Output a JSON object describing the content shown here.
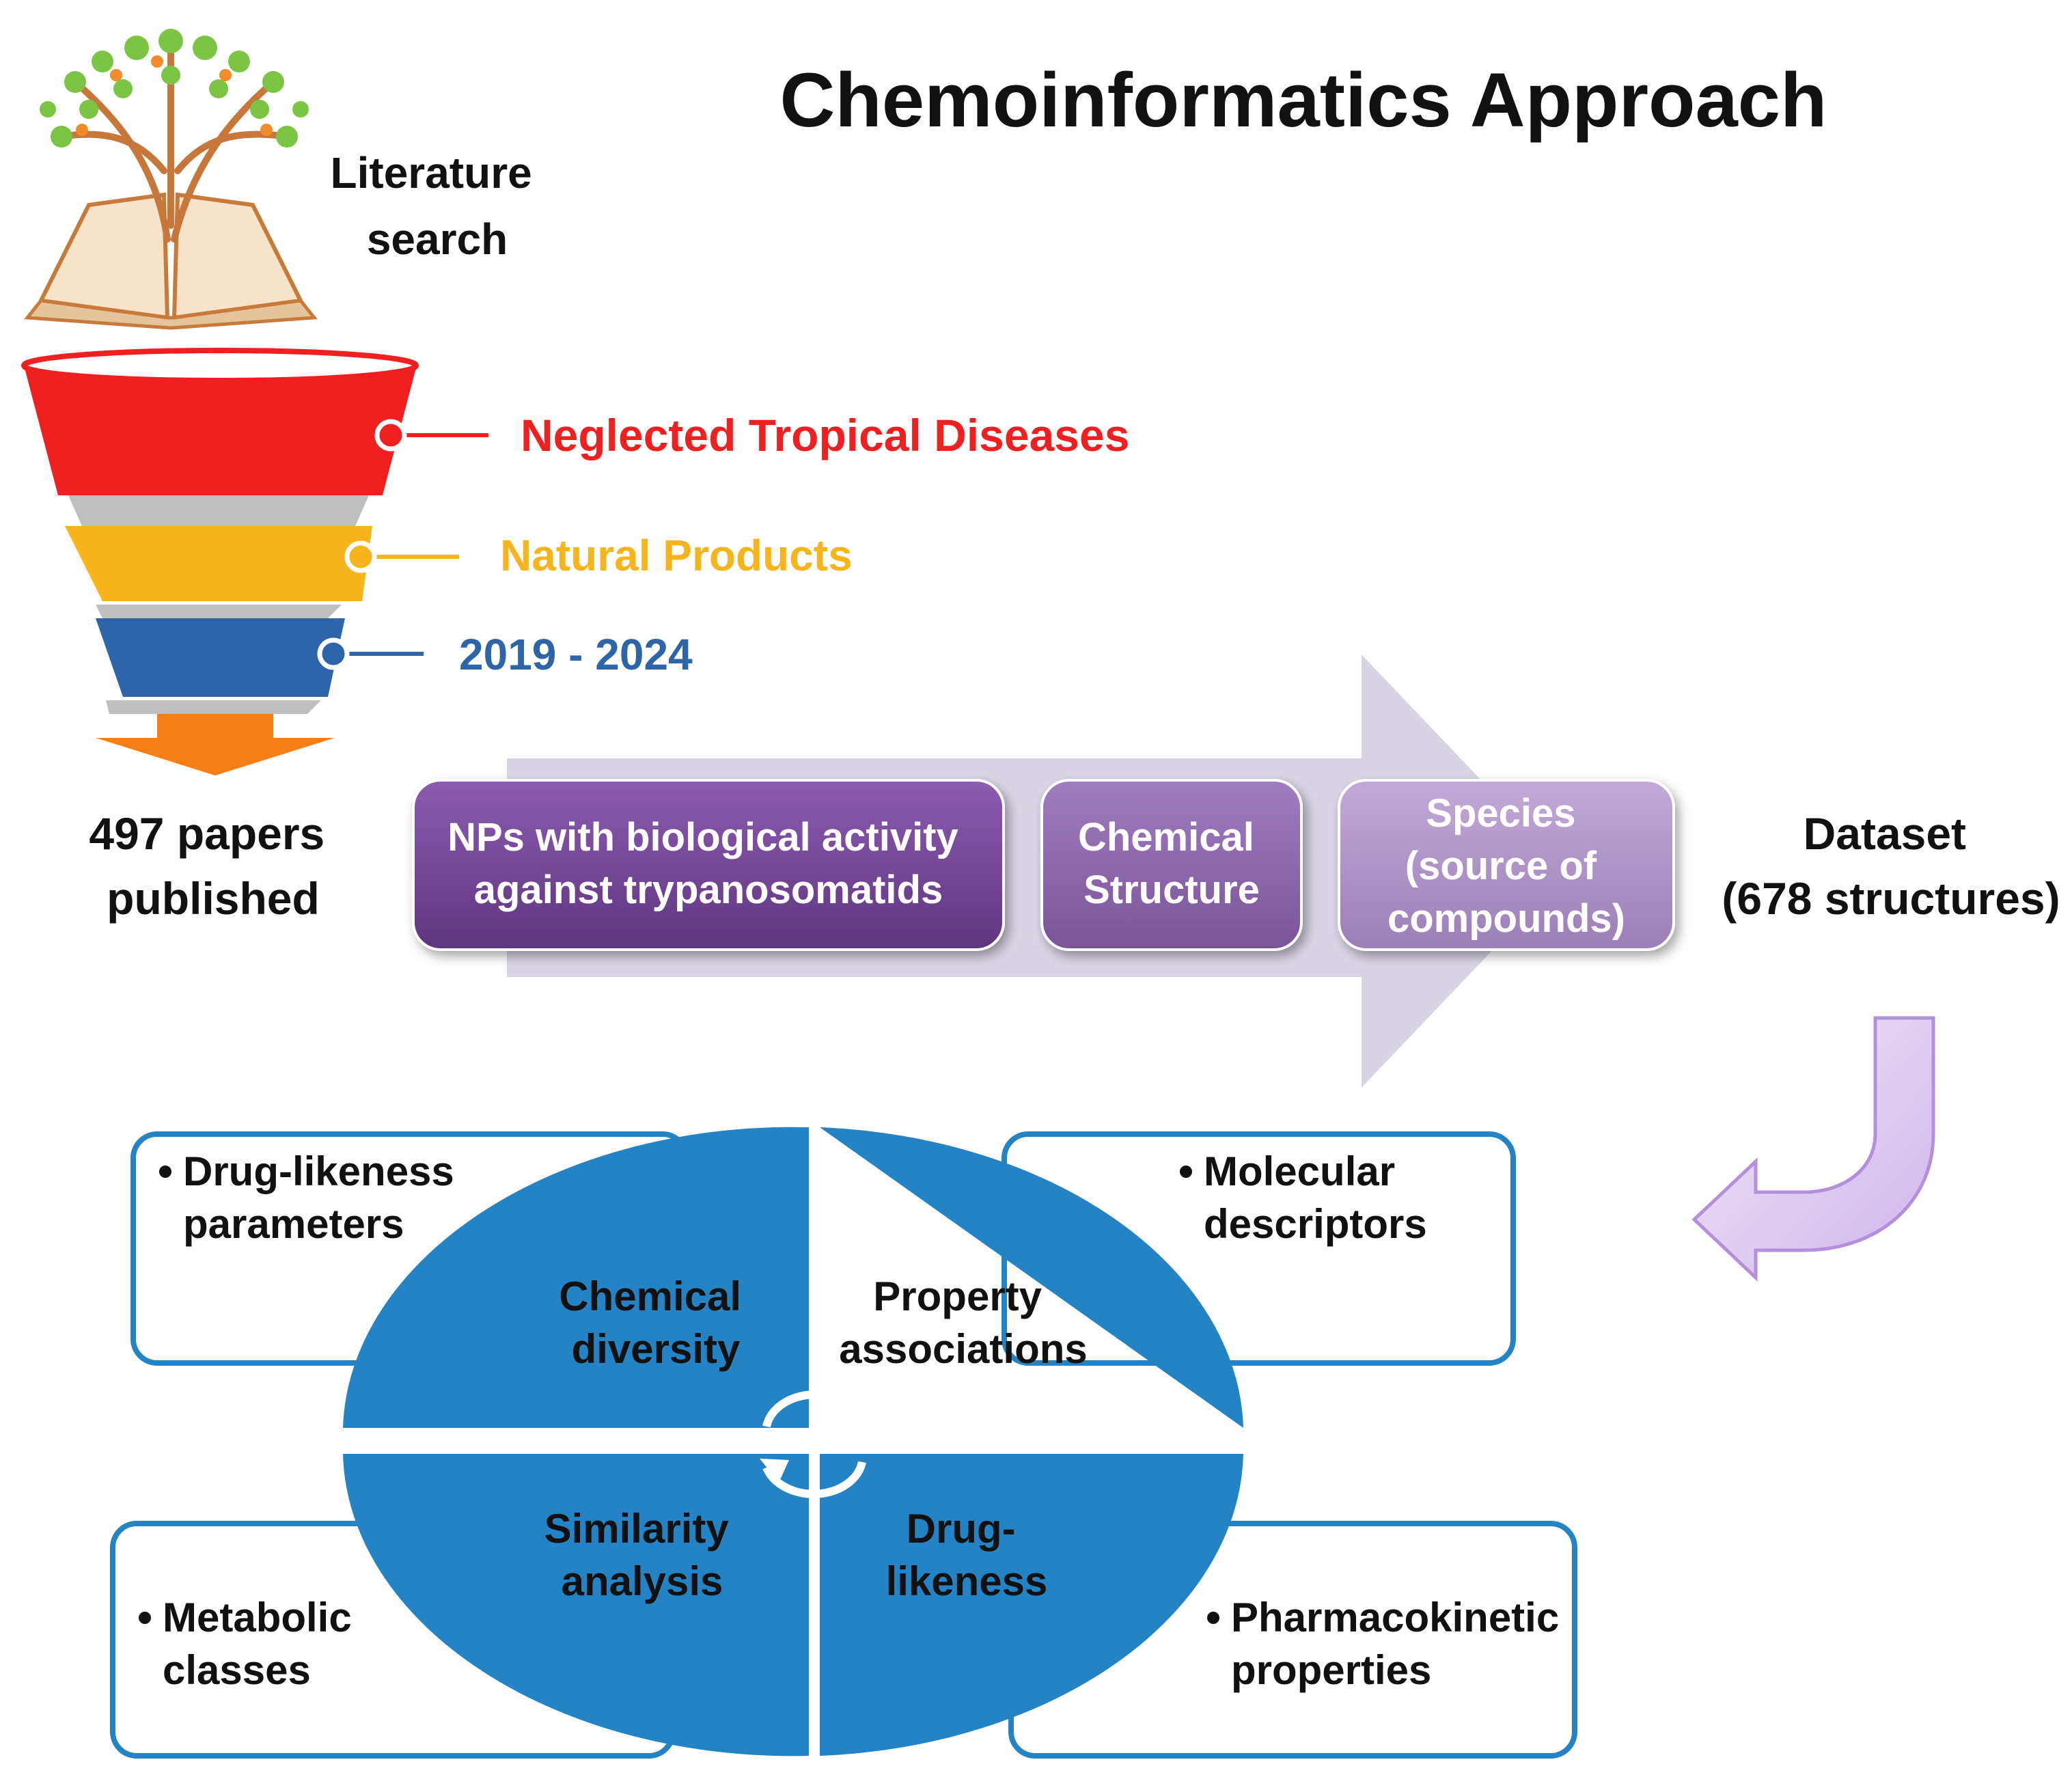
{
  "title": "Chemoinformatics Approach",
  "literature_search": [
    "Literature",
    "search"
  ],
  "funnel": {
    "layers": [
      {
        "label": "Neglected Tropical Diseases",
        "color": "#f02020"
      },
      {
        "label": "Natural Products",
        "color": "#f8b41c"
      },
      {
        "label": "2019 - 2024",
        "color": "#2e64a8"
      }
    ],
    "output_color": "#f57e16"
  },
  "papers": [
    "497 papers",
    "published"
  ],
  "pipeline": {
    "boxes": [
      {
        "lines": [
          "NPs with biological activity",
          "against trypanosomatids"
        ],
        "color": "#6b3d8c"
      },
      {
        "lines": [
          "Chemical",
          "Structure"
        ],
        "color": "#8a64a8"
      },
      {
        "lines": [
          "Species",
          "(source of",
          "compounds)"
        ],
        "color": "#ad94c6"
      }
    ],
    "arrow_color": "#d9d4e4"
  },
  "dataset": [
    "Dataset",
    "(678 structures)"
  ],
  "analysis": {
    "ellipse_color": "#2383c4",
    "border_color": "#2383c4",
    "quadrants": [
      {
        "lines": [
          "Chemical",
          "diversity"
        ]
      },
      {
        "lines": [
          "Property",
          "associations"
        ]
      },
      {
        "lines": [
          "Similarity",
          "analysis"
        ]
      },
      {
        "lines": [
          "Drug-",
          "likeness"
        ]
      }
    ],
    "notes": [
      {
        "lines": [
          "Drug-likeness",
          "parameters"
        ]
      },
      {
        "lines": [
          "Molecular",
          "descriptors"
        ]
      },
      {
        "lines": [
          "Metabolic",
          "classes"
        ]
      },
      {
        "lines": [
          "Pharmacokinetic",
          "properties"
        ]
      }
    ]
  },
  "return_arrow_color": "#dcc8f0"
}
